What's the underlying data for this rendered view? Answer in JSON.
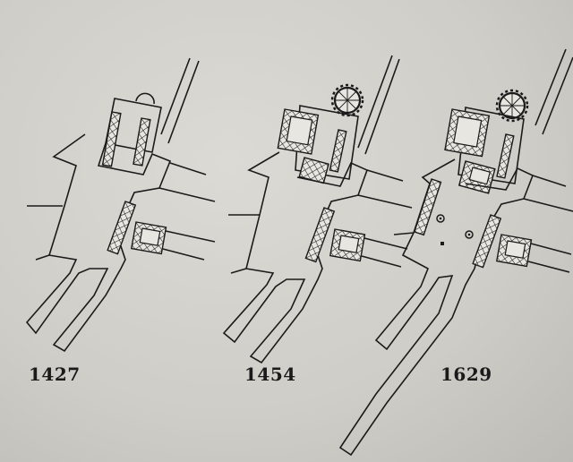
{
  "plans": [
    {
      "id": "plan-1427",
      "year": "1427"
    },
    {
      "id": "plan-1454",
      "year": "1454"
    },
    {
      "id": "plan-1629",
      "year": "1629"
    }
  ],
  "colors": {
    "ink": "#1b1b1b",
    "paper": "#d4d2cc"
  }
}
